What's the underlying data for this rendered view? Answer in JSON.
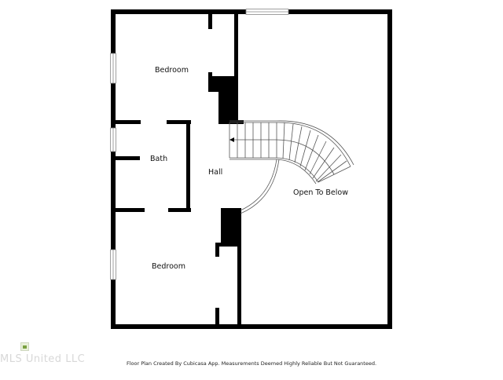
{
  "floor_plan": {
    "rooms": [
      {
        "id": "bedroom-upper",
        "label": "Bedroom"
      },
      {
        "id": "bath",
        "label": "Bath"
      },
      {
        "id": "hall",
        "label": "Hall"
      },
      {
        "id": "open-to-below",
        "label": "Open To Below"
      },
      {
        "id": "bedroom-lower",
        "label": "Bedroom"
      }
    ],
    "footer_text": "Floor Plan Created By Cubicasa App. Measurements Deemed Highly Reliable But Not Guaranteed.",
    "watermark": "MLS United LLC",
    "colors": {
      "wall": "#000000",
      "background": "#ffffff",
      "window": "#ffffff",
      "stair_line": "#555555"
    }
  }
}
